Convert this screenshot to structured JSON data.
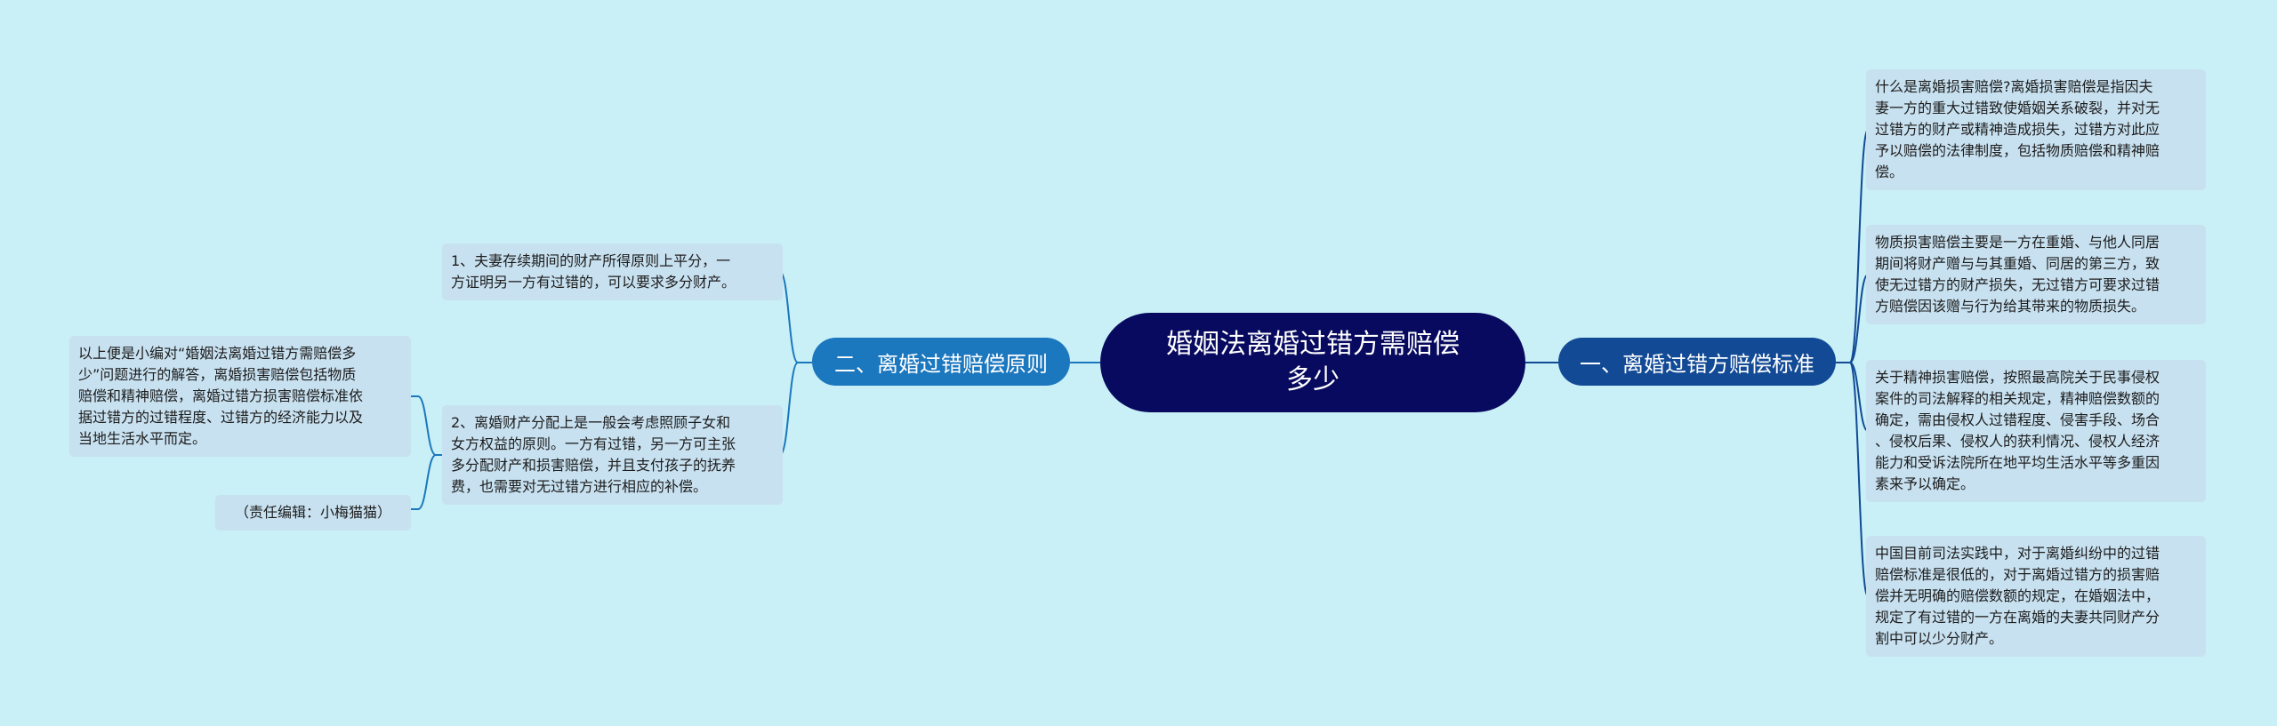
{
  "root": {
    "title_line1": "婚姻法离婚过错方需赔偿",
    "title_line2": "多少"
  },
  "right_branch": {
    "label": "一、离婚过错方赔偿标准",
    "leaves": [
      [
        "什么是离婚损害赔偿?离婚损害赔偿是指因夫",
        "妻一方的重大过错致使婚姻关系破裂，并对无",
        "过错方的财产或精神造成损失，过错方对此应",
        "予以赔偿的法律制度，包括物质赔偿和精神赔",
        "偿。"
      ],
      [
        "物质损害赔偿主要是一方在重婚、与他人同居",
        "期间将财产赠与与其重婚、同居的第三方，致",
        "使无过错方的财产损失，无过错方可要求过错",
        "方赔偿因该赠与行为给其带来的物质损失。"
      ],
      [
        "关于精神损害赔偿，按照最高院关于民事侵权",
        "案件的司法解释的相关规定，精神赔偿数额的",
        "确定，需由侵权人过错程度、侵害手段、场合",
        "、侵权后果、侵权人的获利情况、侵权人经济",
        "能力和受诉法院所在地平均生活水平等多重因",
        "素来予以确定。"
      ],
      [
        "中国目前司法实践中，对于离婚纠纷中的过错",
        "赔偿标准是很低的，对于离婚过错方的损害赔",
        "偿并无明确的赔偿数额的规定，在婚姻法中，",
        "规定了有过错的一方在离婚的夫妻共同财产分",
        "割中可以少分财产。"
      ]
    ]
  },
  "left_branch": {
    "label": "二、离婚过错赔偿原则",
    "leaves": [
      [
        "1、夫妻存续期间的财产所得原则上平分，一",
        "方证明另一方有过错的，可以要求多分财产。"
      ],
      [
        "2、离婚财产分配上是一般会考虑照顾子女和",
        "女方权益的原则。一方有过错，另一方可主张",
        "多分配财产和损害赔偿，并且支付孩子的抚养",
        "费，也需要对无过错方进行相应的补偿。"
      ]
    ],
    "sub_leaves": [
      [
        "以上便是小编对“婚姻法离婚过错方需赔偿多",
        "少”问题进行的解答，离婚损害赔偿包括物质",
        "赔偿和精神赔偿，离婚过错方损害赔偿标准依",
        "据过错方的过错程度、过错方的经济能力以及",
        "当地生活水平而定。"
      ],
      [
        "（责任编辑：小梅猫猫）"
      ]
    ]
  },
  "colors": {
    "background": "#c9f0f6",
    "root": "#070a5e",
    "right_branch": "#124a96",
    "left_branch": "#1b77be",
    "leaf": "#c8e1f0",
    "connector_right": "#124a96",
    "connector_left": "#1b77be"
  }
}
